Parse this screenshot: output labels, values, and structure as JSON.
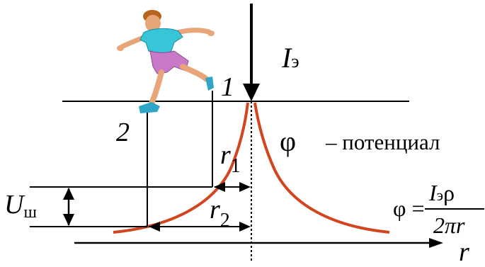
{
  "current_label": "I",
  "current_sub": "э",
  "point_1": "1",
  "point_2": "2",
  "phi_symbol": "φ",
  "potential_text": "– потенциал",
  "r1_label": "r",
  "r1_sub": "1",
  "r2_label": "r",
  "r2_sub": "2",
  "step_voltage_label": "U",
  "step_voltage_sub": "ш",
  "r_axis_label": "r",
  "formula": {
    "lhs": "φ =",
    "numerator_I": "I",
    "numerator_sub": "э",
    "numerator_rho": "ρ",
    "denominator": "2πr"
  },
  "colors": {
    "curve": "#d2451e",
    "line": "#000000",
    "shirt": "#36c6d8",
    "shorts": "#c879c8",
    "skin": "#e8a678",
    "shoe": "#2fa6c8"
  }
}
